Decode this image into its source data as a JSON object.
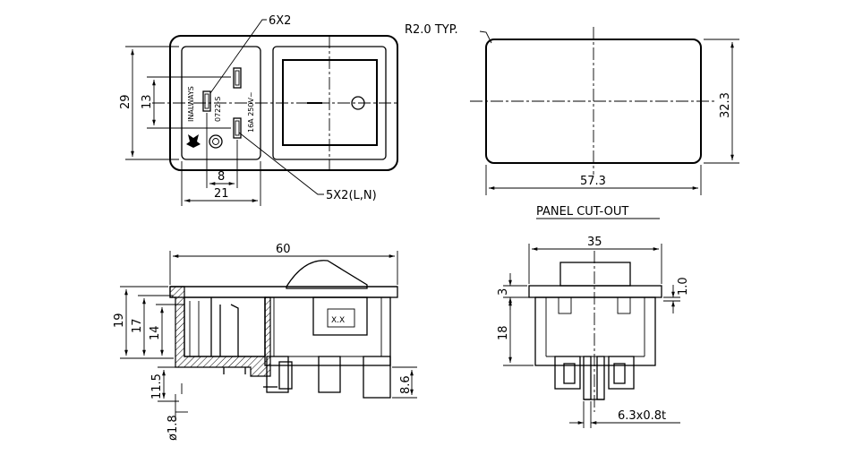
{
  "labels": {
    "terminals_top": "6X2",
    "terminals_side": "5X2(L,N)",
    "radius": "R2.0 TYP.",
    "panel_cutout": "PANEL CUT-OUT",
    "terminal_size": "6.3x0.8t",
    "xx_mark": "X.X"
  },
  "front_view": {
    "brand": "INALWAYS",
    "model": "0722-S",
    "rating": "16A 250V~"
  },
  "dimensions": {
    "front_height": "29",
    "front_inner": "13",
    "front_pitch": "8",
    "front_width": "21",
    "cutout_width": "57.3",
    "cutout_height": "32.3",
    "side_length": "60",
    "side_h19": "19",
    "side_h17": "17",
    "side_h14": "14",
    "side_h11_5": "11.5",
    "side_d1_8": "ø1.8",
    "side_h8_6": "8.6",
    "end_width": "35",
    "end_h3": "3",
    "end_h1_0": "1.0",
    "end_h18": "18"
  }
}
